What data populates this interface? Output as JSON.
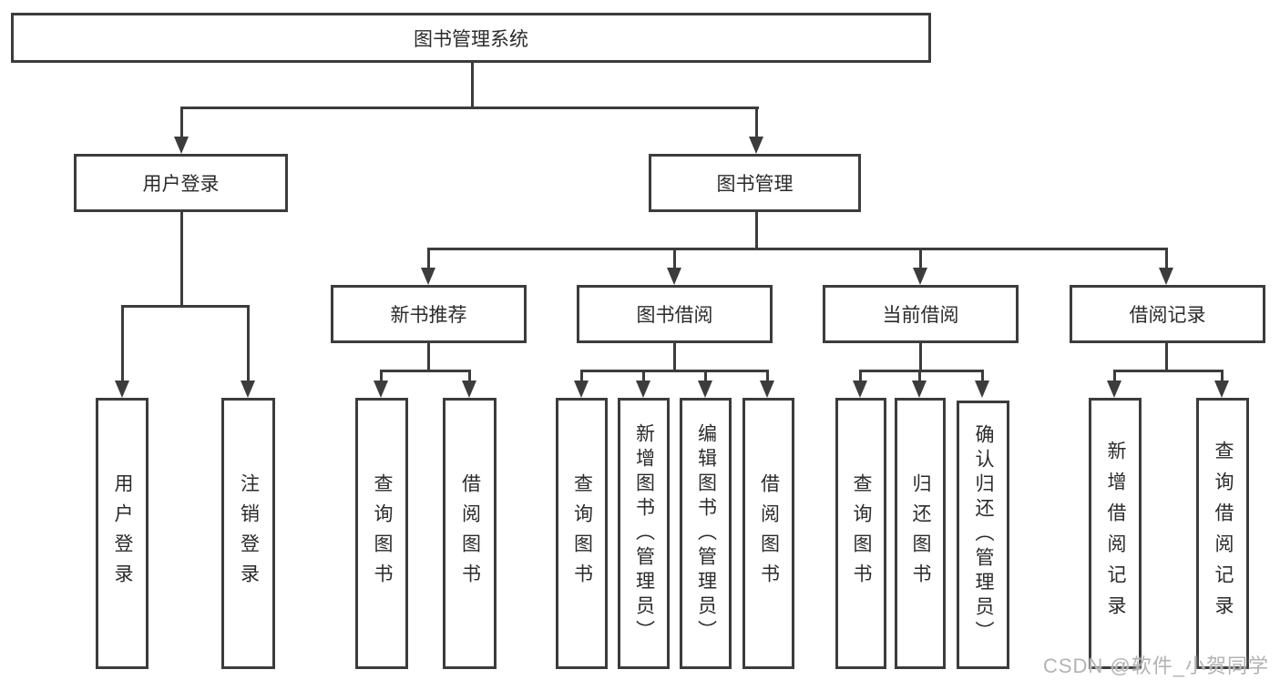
{
  "diagram": {
    "title": "图书管理系统",
    "nodes": {
      "root": "图书管理系统",
      "user_login": "用户登录",
      "book_mgmt": "图书管理",
      "new_books": "新书推荐",
      "book_borrow": "图书借阅",
      "current_borrow": "当前借阅",
      "borrow_records": "借阅记录",
      "leaf_user_login": "用户登录",
      "leaf_logout": "注销登录",
      "leaf_nb_query": "查询图书",
      "leaf_nb_borrow": "借阅图书",
      "leaf_bb_query": "查询图书",
      "leaf_bb_add": "新增图书（管理员）",
      "leaf_bb_edit": "编辑图书（管理员）",
      "leaf_bb_borrow": "借阅图书",
      "leaf_cb_query": "查询图书",
      "leaf_cb_return": "归还图书",
      "leaf_cb_confirm": "确认归还（管理员）",
      "leaf_br_add": "新增借阅记录",
      "leaf_br_query": "查询借阅记录"
    },
    "line_color": "#3c3c3c",
    "watermark": "CSDN @软件_小贺同学"
  }
}
